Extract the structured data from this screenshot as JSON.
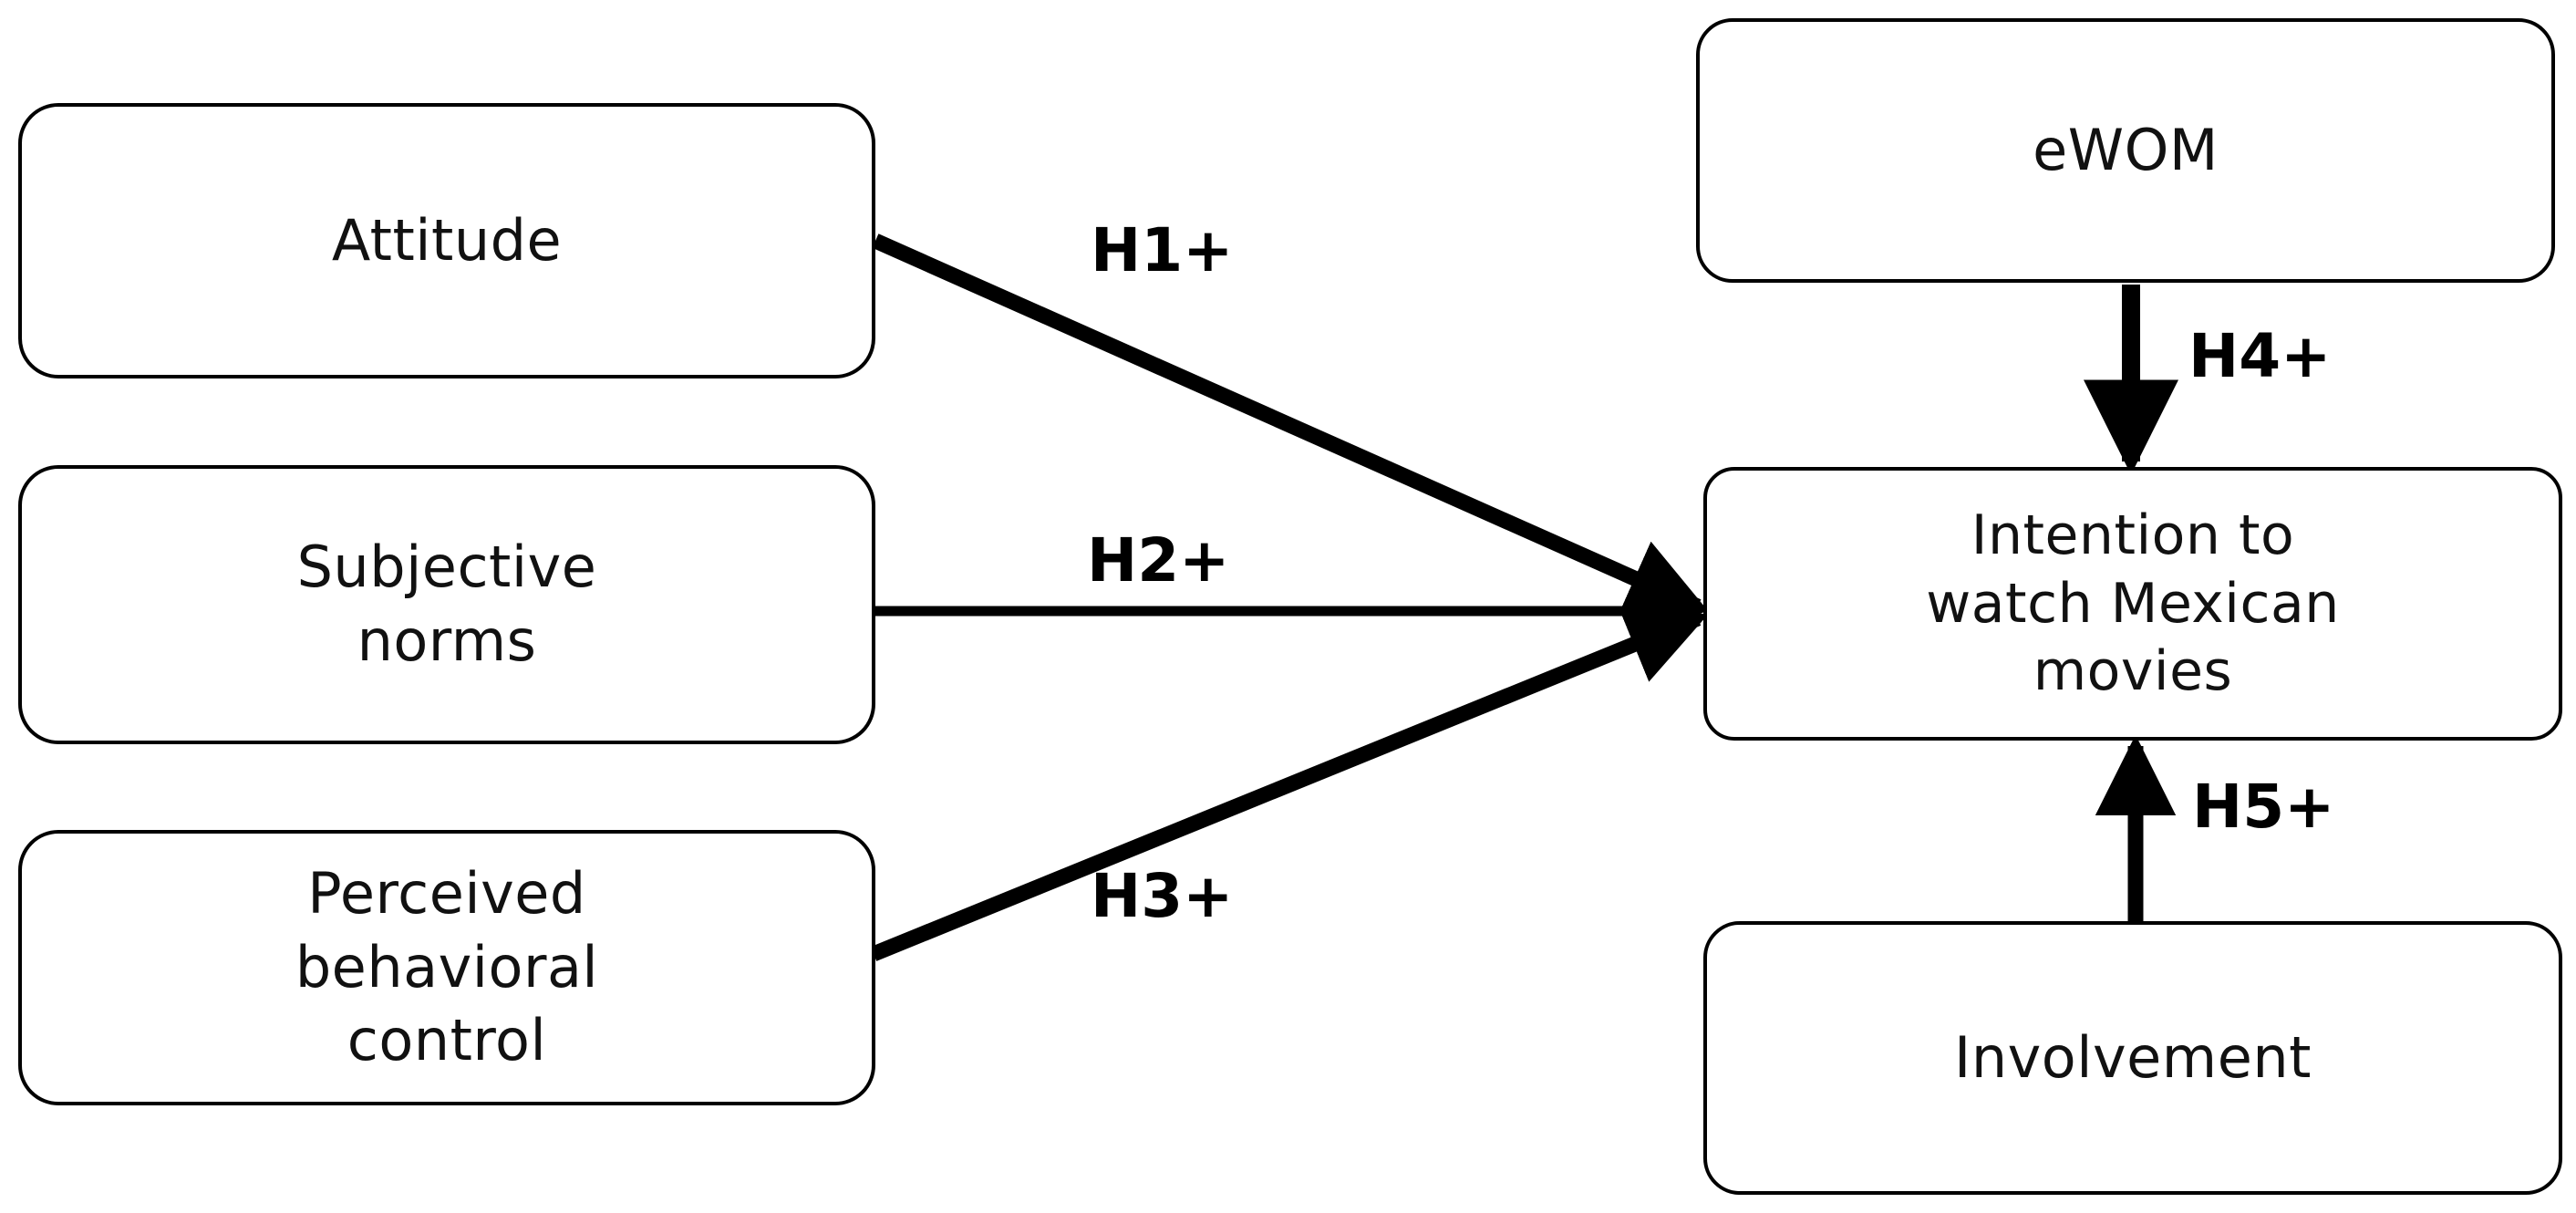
{
  "diagram": {
    "type": "conceptual-research-model",
    "background": "#ffffff",
    "stroke_color": "#000000",
    "text_color": "#111111",
    "nodes": [
      {
        "id": "attitude",
        "label": "Attitude",
        "column": "left",
        "row": 1
      },
      {
        "id": "subjective",
        "label": "Subjective\nnorms",
        "column": "left",
        "row": 2
      },
      {
        "id": "pbc",
        "label": "Perceived\nbehavioral\ncontrol",
        "column": "left",
        "row": 3
      },
      {
        "id": "ewom",
        "label": "eWOM",
        "column": "right",
        "row": 1
      },
      {
        "id": "intention",
        "label": "Intention to\nwatch Mexican\nmovies",
        "column": "right",
        "row": 2
      },
      {
        "id": "involvement",
        "label": "Involvement",
        "column": "right",
        "row": 3
      }
    ],
    "edges": [
      {
        "id": "h1",
        "label": "H1+",
        "from": "attitude",
        "to": "intention",
        "sign": "positive",
        "style": "diagonal-down"
      },
      {
        "id": "h2",
        "label": "H2+",
        "from": "subjective",
        "to": "intention",
        "sign": "positive",
        "style": "horizontal"
      },
      {
        "id": "h3",
        "label": "H3+",
        "from": "pbc",
        "to": "intention",
        "sign": "positive",
        "style": "diagonal-up"
      },
      {
        "id": "h4",
        "label": "H4+",
        "from": "ewom",
        "to": "intention",
        "sign": "positive",
        "style": "vertical-down"
      },
      {
        "id": "h5",
        "label": "H5+",
        "from": "involvement",
        "to": "intention",
        "sign": "positive",
        "style": "vertical-up"
      }
    ]
  }
}
